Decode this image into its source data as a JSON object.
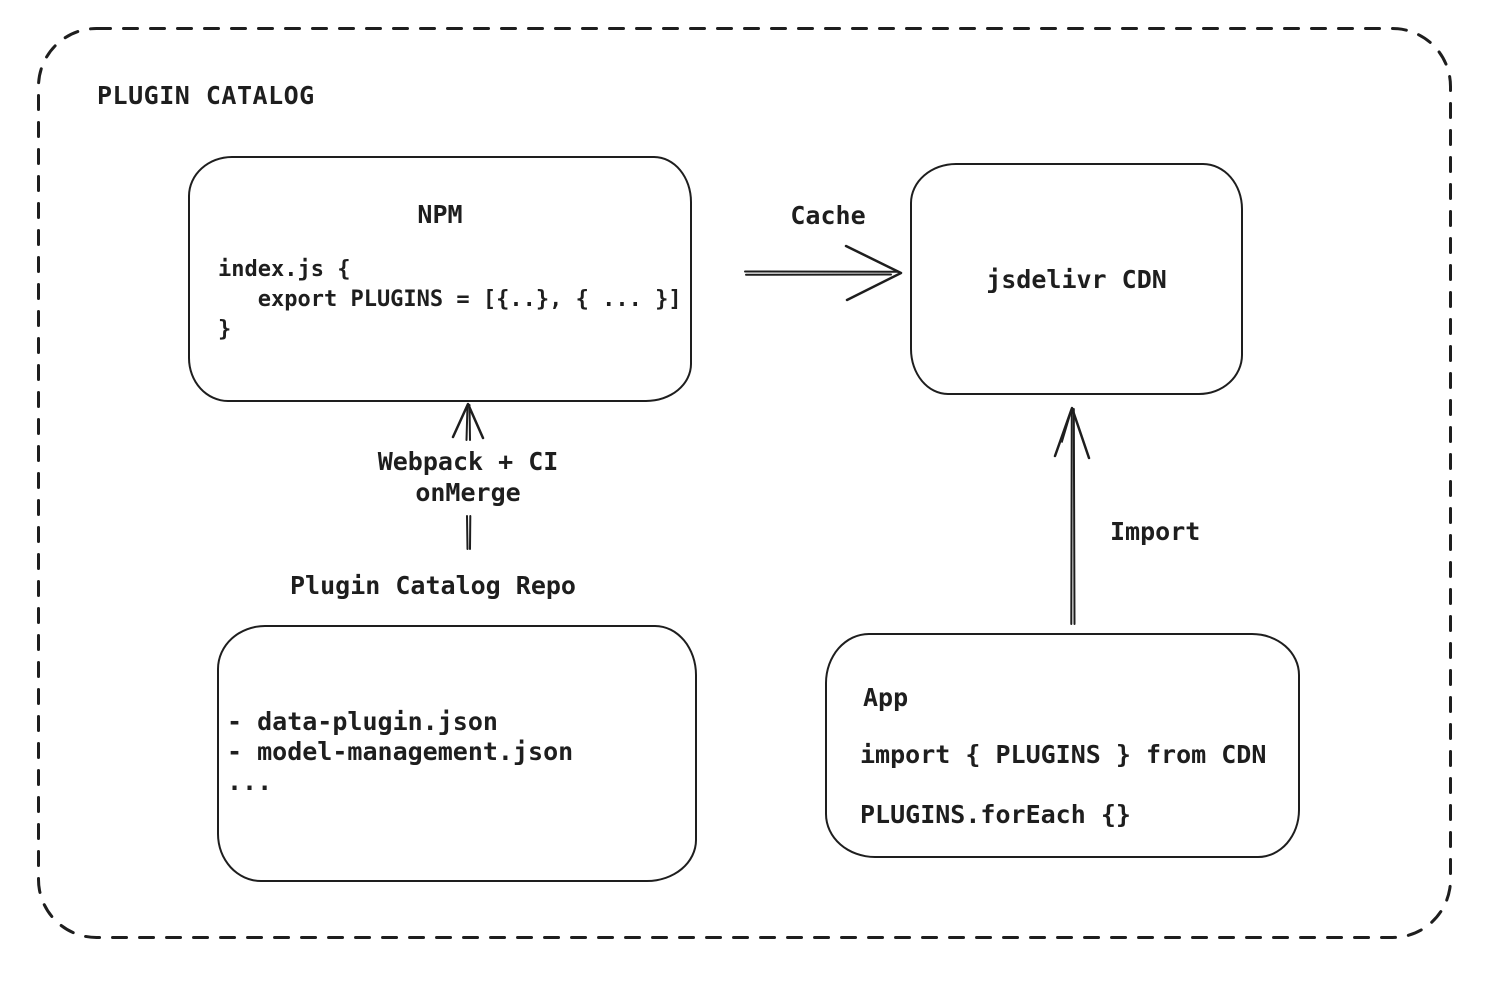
{
  "frame": {
    "title": "PLUGIN CATALOG"
  },
  "nodes": {
    "npm": {
      "title": "NPM",
      "code": [
        "index.js {",
        "   export PLUGINS = [{..}, { ... }]",
        "}"
      ]
    },
    "cdn": {
      "label": "jsdelivr CDN"
    },
    "repo": {
      "heading": "Plugin Catalog Repo",
      "files": [
        "- data-plugin.json",
        "- model-management.json",
        "..."
      ]
    },
    "app": {
      "title": "App",
      "code": [
        "import { PLUGINS } from CDN",
        "PLUGINS.forEach {}"
      ]
    }
  },
  "edges": {
    "cache": {
      "label": "Cache",
      "from": "NPM",
      "to": "jsdelivr CDN"
    },
    "build": {
      "labels": [
        "Webpack + CI",
        "onMerge"
      ],
      "from": "Plugin Catalog Repo",
      "to": "NPM"
    },
    "import": {
      "label": "Import",
      "from": "App",
      "to": "jsdelivr CDN"
    }
  },
  "colors": {
    "ink": "#1e1e1e",
    "background": "#ffffff"
  }
}
